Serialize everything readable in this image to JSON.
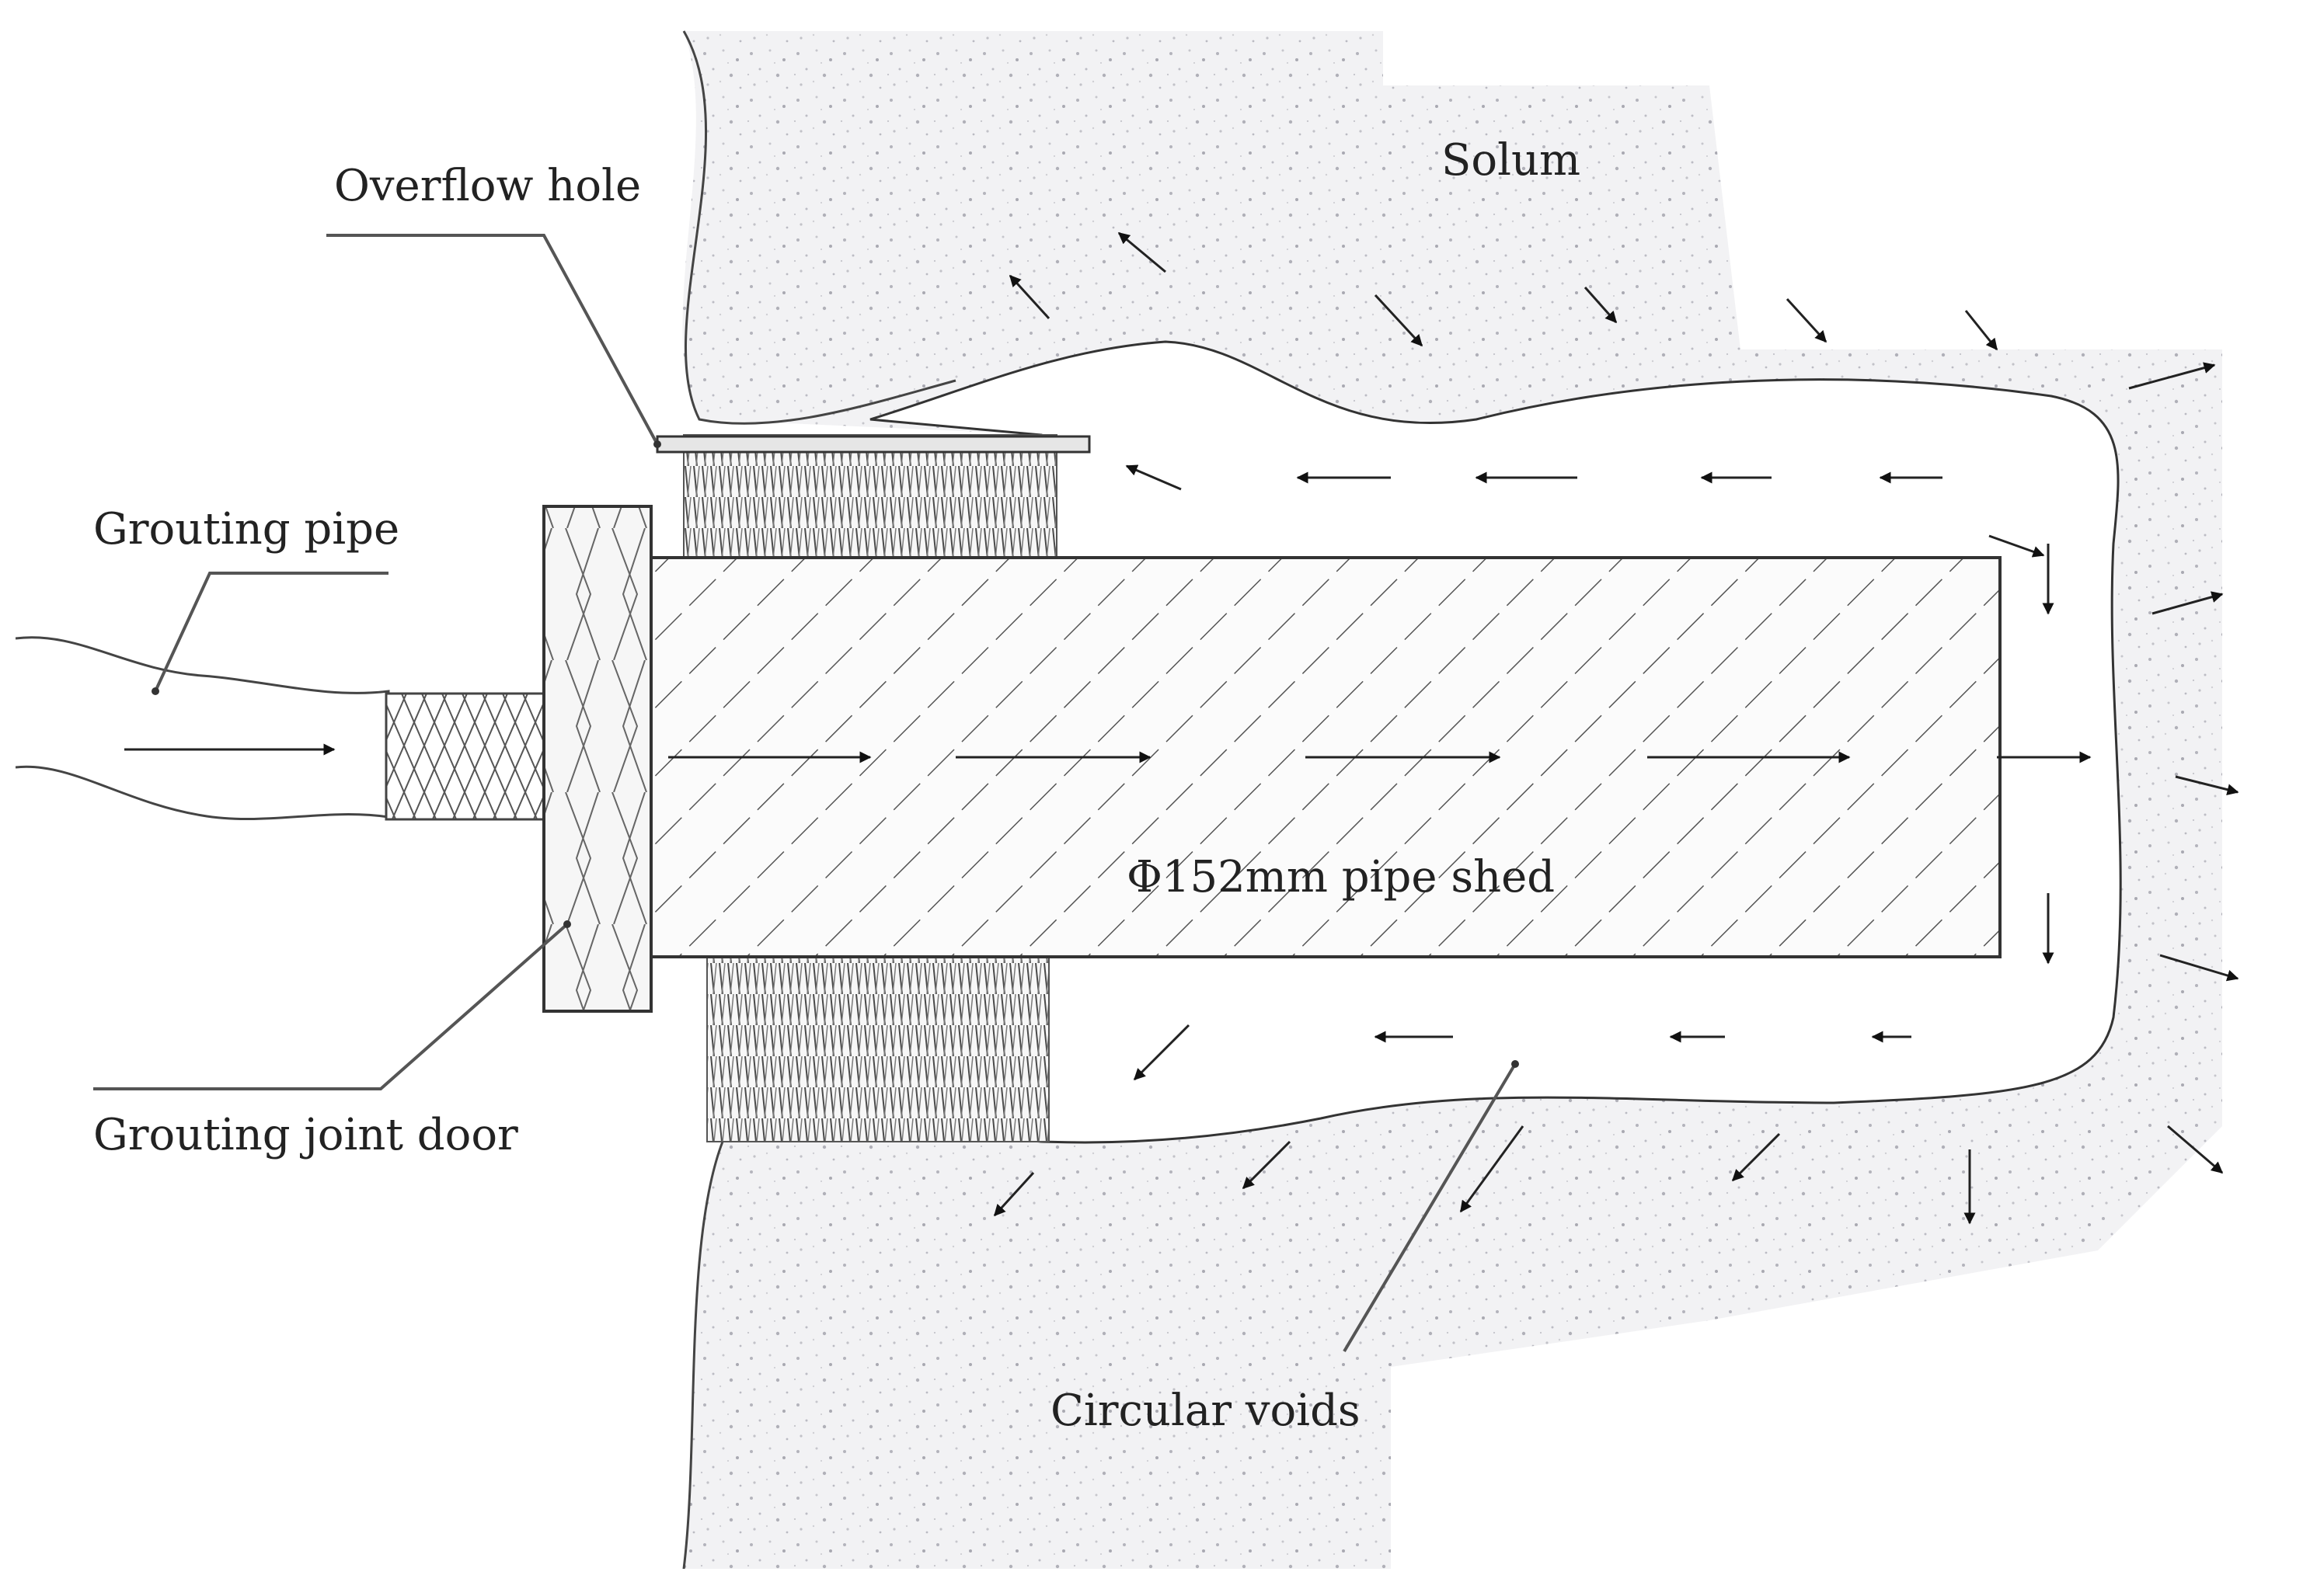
{
  "labels": {
    "overflow_hole": "Overflow hole",
    "solum": "Solum",
    "grouting_pipe": "Grouting pipe",
    "pipe_shed": "Φ152mm pipe shed",
    "grouting_joint_door": "Grouting joint door",
    "circular_voids": "Circular voids"
  }
}
